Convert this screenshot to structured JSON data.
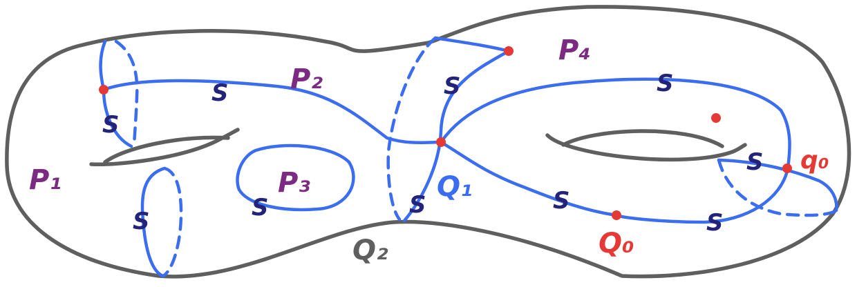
{
  "diagram": {
    "colors": {
      "surface_outline": "#5f5f5f",
      "curves": "#3a6df0",
      "points": "#e53935",
      "region_labels": "#7b2c82",
      "curve_labels": "#24237a",
      "point_labels": "#e53935",
      "q1_label": "#3a6df0"
    },
    "region_labels": {
      "p1": "P₁",
      "p2": "P₂",
      "p3": "P₃",
      "p4": "P₄"
    },
    "curve_labels": {
      "s": "S"
    },
    "q_labels": {
      "q0": "Q₀",
      "q1": "Q₁",
      "q2": "Q₂"
    },
    "point_labels": {
      "q0_small": "q₀"
    }
  }
}
